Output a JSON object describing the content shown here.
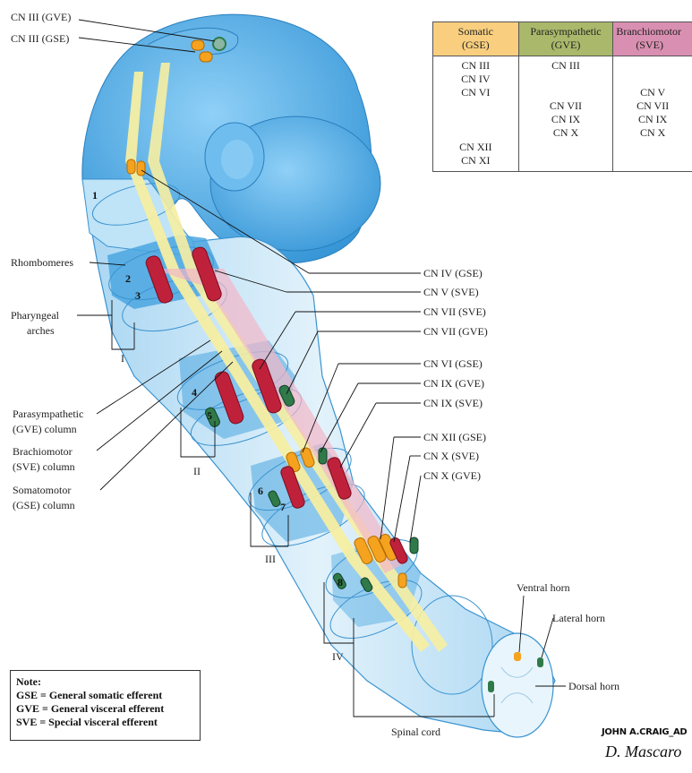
{
  "callouts": {
    "cn3_gve": "CN III (GVE)",
    "cn3_gse": "CN III (GSE)",
    "rhombomeres": "Rhombomeres",
    "pharyngeal_l1": "Pharyngeal",
    "pharyngeal_l2": "arches",
    "parasym_l1": "Parasympathetic",
    "parasym_l2": "(GVE) column",
    "branchio_l1": "Brachiomotor",
    "branchio_l2": "(SVE) column",
    "somato_l1": "Somatomotor",
    "somato_l2": "(GSE) column",
    "cn4_gse": "CN IV (GSE)",
    "cn5_sve": "CN V (SVE)",
    "cn7_sve": "CN VII (SVE)",
    "cn7_gve": "CN VII (GVE)",
    "cn6_gse": "CN VI (GSE)",
    "cn9_gve": "CN IX (GVE)",
    "cn9_sve": "CN IX (SVE)",
    "cn12_gse": "CN XII (GSE)",
    "cn10_sve": "CN X (SVE)",
    "cn10_gve": "CN X (GVE)",
    "ventral_horn": "Ventral horn",
    "lateral_horn": "Lateral horn",
    "dorsal_horn": "Dorsal horn",
    "spinal_cord": "Spinal cord"
  },
  "rhombomere_numbers": [
    "1",
    "2",
    "3",
    "4",
    "5",
    "6",
    "7",
    "8"
  ],
  "arch_numerals": [
    "I",
    "II",
    "III",
    "IV"
  ],
  "table": {
    "columns": [
      {
        "header_l1": "Somatic",
        "header_l2": "(GSE)",
        "color": "#f9cf7f",
        "rows": [
          "CN III",
          "CN IV",
          "CN VI",
          "",
          "",
          "",
          "CN XII",
          "CN XI"
        ]
      },
      {
        "header_l1": "Parasympathetic",
        "header_l2": "(GVE)",
        "color": "#a9b86a",
        "rows": [
          "CN III",
          "",
          "",
          "CN VII",
          "CN IX",
          "CN X",
          "",
          ""
        ]
      },
      {
        "header_l1": "Branchiomotor",
        "header_l2": "(SVE)",
        "color": "#d98fb1",
        "rows": [
          "",
          "",
          "CN V",
          "CN VII",
          "CN IX",
          "CN X",
          "",
          ""
        ]
      }
    ]
  },
  "note": {
    "title": "Note:",
    "lines": [
      "GSE = General somatic efferent",
      "GVE = General visceral efferent",
      "SVE = Special visceral efferent"
    ]
  },
  "signature": {
    "line1": "JOHN A.CRAIG_AD",
    "line2": "D. Mascaro"
  },
  "colors": {
    "tube_dark": "#3d9fdc",
    "tube_light": "#bfe0f4",
    "somatic": "#f5a21e",
    "parasympathetic": "#2f7a48",
    "branchiomotor": "#c0213a",
    "column_yellow": "#f6eea2",
    "column_pink": "#f2b7c8"
  }
}
